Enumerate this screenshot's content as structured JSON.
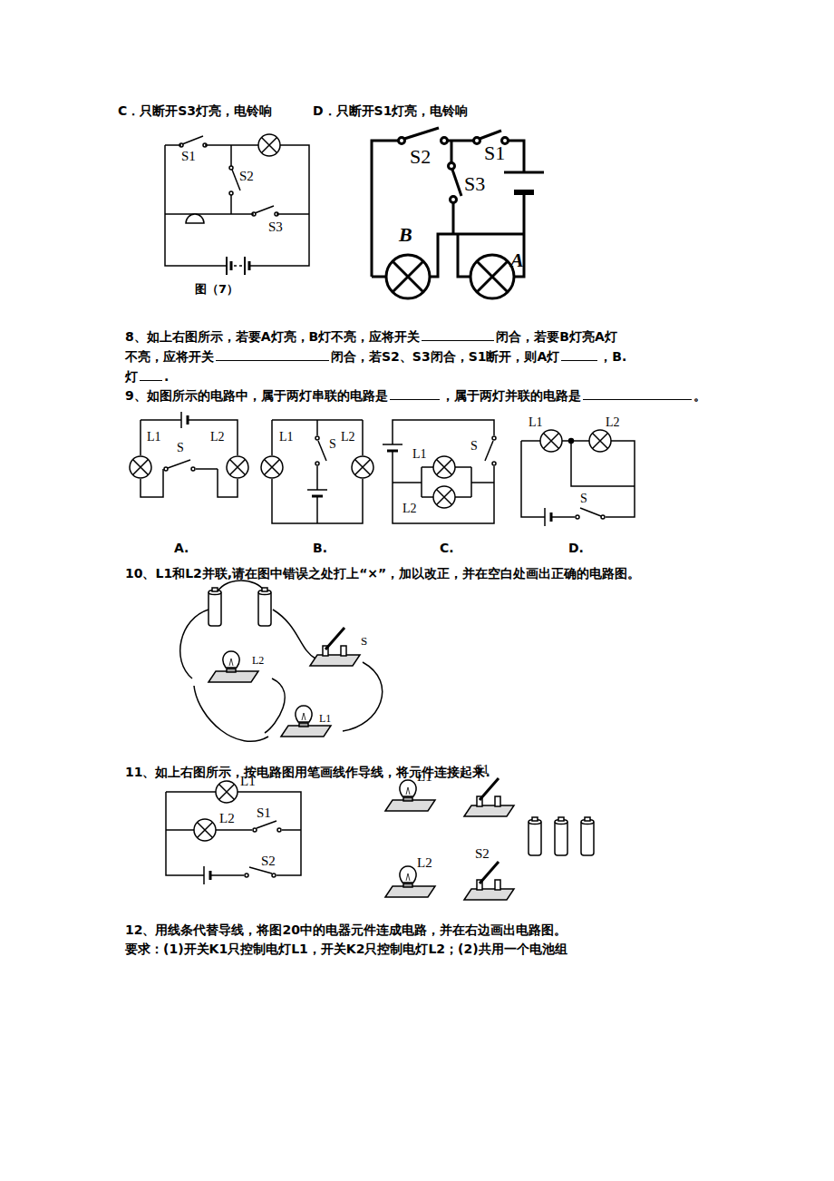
{
  "diagram": {
    "labels": [
      "C．只断开S3灯亮，电铃响",
      "D．只断开S1灯亮，电铃响",
      "S1",
      "S2",
      "S3",
      "图（7）",
      "S2",
      "S1",
      "S3",
      "B",
      "A",
      "8、如上右图所示，若要A灯亮，B灯不亮，应将开关",
      "闭合，若要B灯亮A灯",
      "不亮，应将开关",
      "闭合，若S2、S3闭合，S1断开，则A灯",
      "，B.",
      "灯",
      ".",
      "9、如图所示的电路中，属于两灯串联的电路是",
      "，属于两灯并联的电路是",
      "。",
      "L1",
      "S",
      "L2",
      "A.",
      "L1",
      "S",
      "L2",
      "B.",
      "L1",
      "S",
      "L2",
      "C.",
      "L1",
      "L2",
      "S",
      "D.",
      "10、L1和L2并联,请在图中错误之处打上“×”，加以改正，并在空白处画出正确的电路图。",
      "S",
      "L2",
      "L1",
      "11、如上右图所示，按电路图用笔画线作导线，将元件连接起来.",
      "L1",
      "L2",
      "S1",
      "S2",
      "L1",
      "S1",
      "L2",
      "S2",
      "12、用线条代替导线，将图20中的电器元件连成电路，并在右边画出电路图。",
      "要求：(1)开关K1只控制电灯L1，开关K2只控制电灯L2；(2)共用一个电池组"
    ]
  }
}
